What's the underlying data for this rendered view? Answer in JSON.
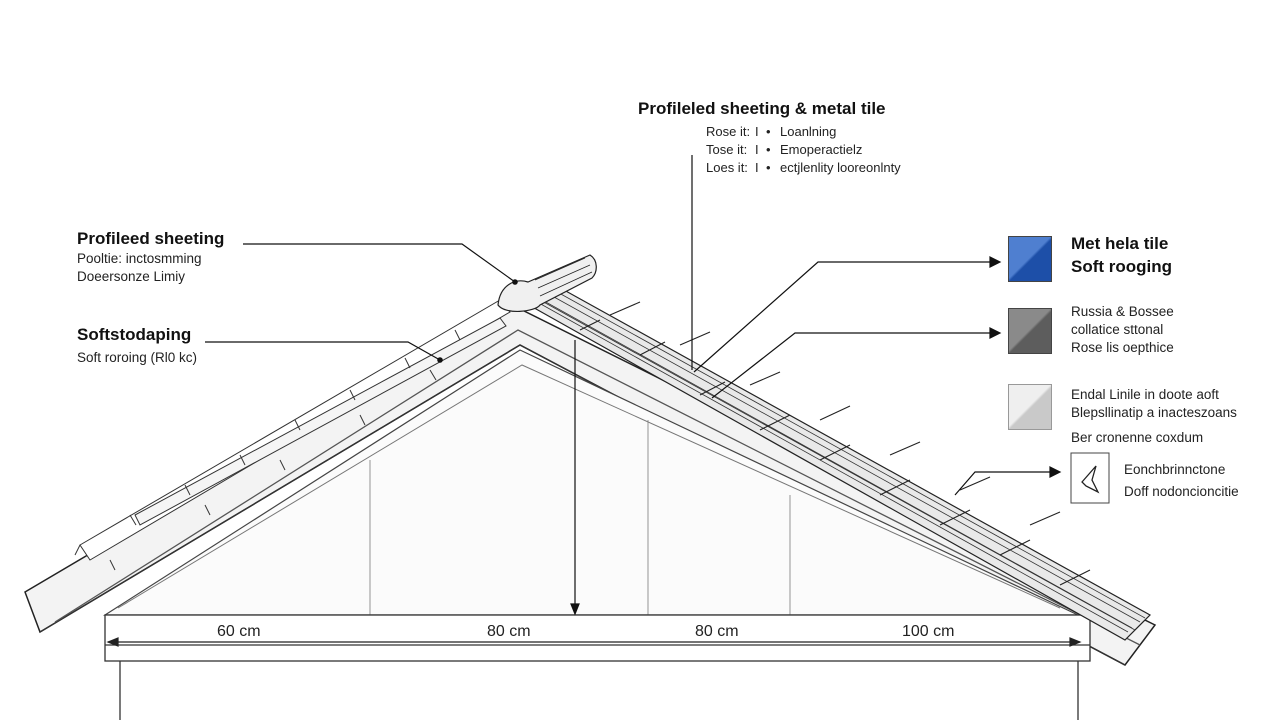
{
  "callouts": {
    "top": {
      "title": "Profileled sheeting & metal tile",
      "rows": [
        {
          "key": "Rose it:",
          "bar": "I",
          "text": "Loanlning"
        },
        {
          "key": "Tose it:",
          "bar": "I",
          "text": "Emoperactielz"
        },
        {
          "key": "Loes it:",
          "bar": "I",
          "text": "ectjlenlity looreonlnty"
        }
      ]
    },
    "left_upper": {
      "title": "Profileed sheeting",
      "lines": [
        "Pooltie: inctosmming",
        "Doeersonze Limiy"
      ]
    },
    "left_lower": {
      "title": "Softstodaping",
      "lines": [
        "Soft roroing (Rl0 kc)"
      ]
    }
  },
  "legend": [
    {
      "icon": "blue-tile-swatch",
      "color": "#1d4fa8",
      "color_light": "#4f7fd0",
      "emphasis": true,
      "lines": [
        "Met hela tile",
        "Soft rooging"
      ]
    },
    {
      "icon": "gray-tile-swatch",
      "color": "#5d5d5d",
      "color_light": "#8a8a8a",
      "emphasis": false,
      "lines": [
        "Russia & Bossee",
        "collatice sttonal",
        "Rose lis oepthice"
      ]
    },
    {
      "icon": "light-tile-swatch",
      "color": "#c9c9c9",
      "color_light": "#efefef",
      "emphasis": false,
      "lines": [
        "Endal Linile in doote aoft",
        "Blepsllinatip a inacteszoans",
        "Ber cronenne coxdum"
      ]
    },
    {
      "icon": "soft-roof-outline-icon",
      "color": "#ffffff",
      "color_light": "#ffffff",
      "emphasis": false,
      "lines": [
        "Eonchbrinnctone",
        "Doff nodoncioncitie"
      ]
    }
  ],
  "dimensions": [
    "60 cm",
    "80 cm",
    "80 cm",
    "100 cm"
  ]
}
